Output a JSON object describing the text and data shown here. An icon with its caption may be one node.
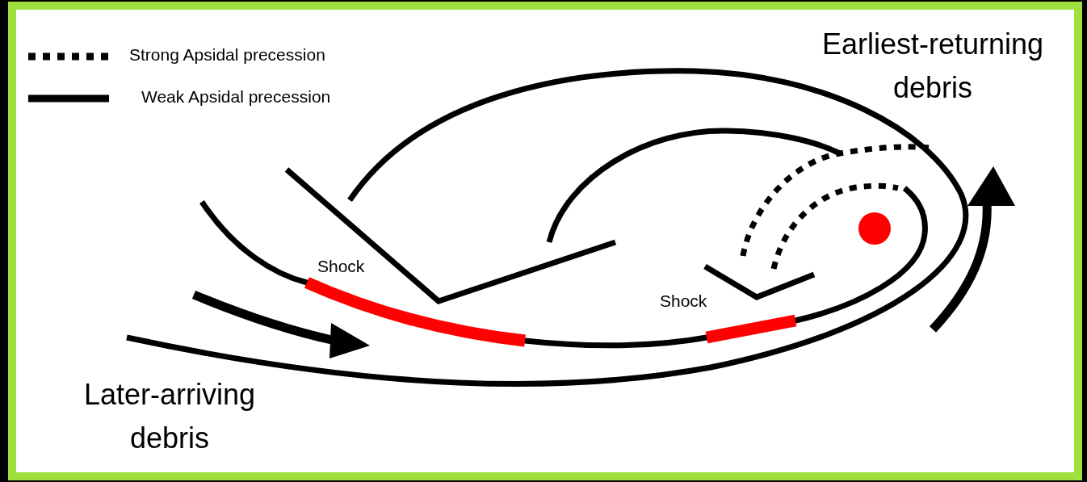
{
  "diagram": {
    "labels": [
      "Earliest-returning debris",
      "Shock",
      "Shock",
      "Later-arriving debris"
    ],
    "legend": [
      {
        "text": "Strong Apsidal precession"
      },
      {
        "text": "Weak Apsidal precession"
      }
    ]
  }
}
